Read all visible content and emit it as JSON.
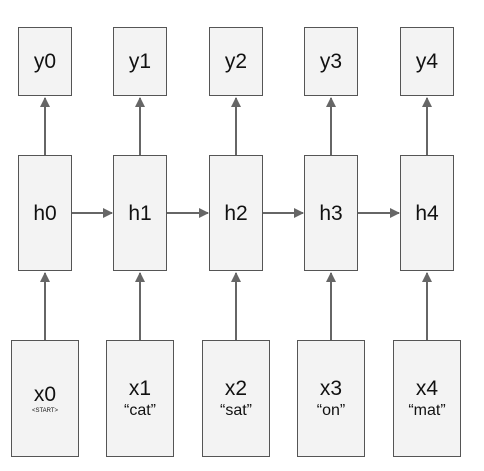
{
  "columns": [
    {
      "x": "x0",
      "x_note": "<START>",
      "h": "h0",
      "y": "y0"
    },
    {
      "x": "x1",
      "x_note": "“cat”",
      "h": "h1",
      "y": "y1"
    },
    {
      "x": "x2",
      "x_note": "“sat”",
      "h": "h2",
      "y": "y2"
    },
    {
      "x": "x3",
      "x_note": "“on”",
      "h": "h3",
      "y": "y3"
    },
    {
      "x": "x4",
      "x_note": "“mat”",
      "h": "h4",
      "y": "y4"
    }
  ],
  "colors": {
    "box_fill": "#f3f3f3",
    "box_stroke": "#555555",
    "arrow": "#666666",
    "text": "#111111"
  }
}
